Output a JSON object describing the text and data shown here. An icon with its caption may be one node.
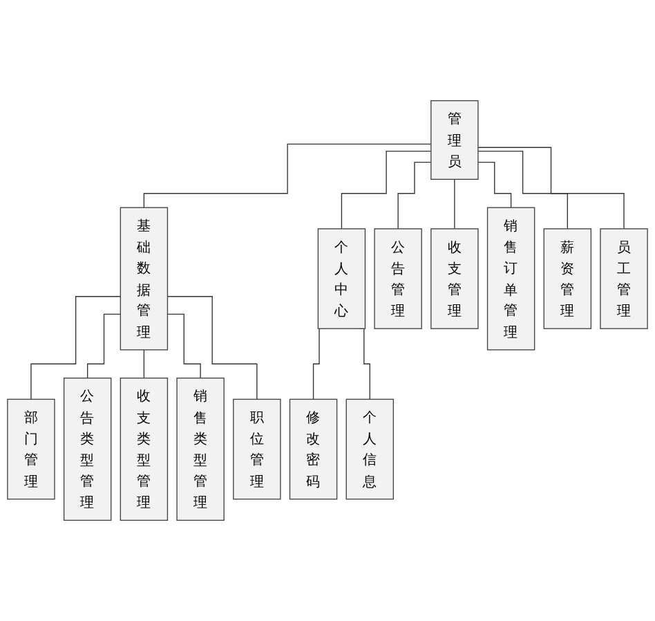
{
  "diagram": {
    "nodes": [
      {
        "text": [
          "管理员"
        ]
      },
      {
        "text": [
          "基础数据管理"
        ]
      },
      {
        "text": [
          "个人中心"
        ]
      },
      {
        "text": [
          "公告管理"
        ]
      },
      {
        "text": [
          "收支管理"
        ]
      },
      {
        "text": [
          "销售订单管理"
        ]
      },
      {
        "text": [
          "薪资管理"
        ]
      },
      {
        "text": [
          "员工管理"
        ]
      },
      {
        "text": [
          "部门管理"
        ]
      },
      {
        "text": [
          "公告类型管理"
        ]
      },
      {
        "text": [
          "收支类型管理"
        ]
      },
      {
        "text": [
          "销售类型管理"
        ]
      },
      {
        "text": [
          "职位管理"
        ]
      },
      {
        "text": [
          "修改密码"
        ]
      },
      {
        "text": [
          "个人信息"
        ]
      }
    ],
    "edges": [
      {
        "from": 0,
        "to": 1,
        "arrow": "none"
      },
      {
        "from": 0,
        "to": 2,
        "arrow": "none"
      },
      {
        "from": 0,
        "to": 3,
        "arrow": "none"
      },
      {
        "from": 0,
        "to": 4,
        "arrow": "none"
      },
      {
        "from": 0,
        "to": 5,
        "arrow": "none"
      },
      {
        "from": 0,
        "to": 6,
        "arrow": "none"
      },
      {
        "from": 0,
        "to": 7,
        "arrow": "none"
      },
      {
        "from": 1,
        "to": 8,
        "arrow": "none"
      },
      {
        "from": 1,
        "to": 9,
        "arrow": "none"
      },
      {
        "from": 1,
        "to": 10,
        "arrow": "none"
      },
      {
        "from": 1,
        "to": 11,
        "arrow": "none"
      },
      {
        "from": 1,
        "to": 12,
        "arrow": "none"
      },
      {
        "from": 2,
        "to": 13,
        "arrow": "none"
      },
      {
        "from": 2,
        "to": 14,
        "arrow": "none"
      }
    ]
  }
}
